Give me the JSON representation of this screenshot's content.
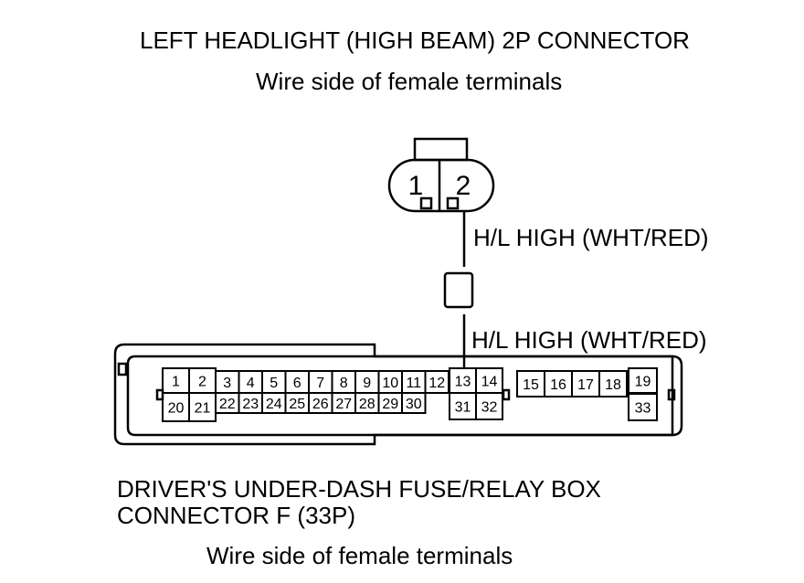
{
  "top_connector": {
    "title": "LEFT HEADLIGHT (HIGH BEAM) 2P CONNECTOR",
    "subtitle": "Wire side of female terminals",
    "pins": [
      "1",
      "2"
    ]
  },
  "wire_upper_label": "H/L HIGH (WHT/RED)",
  "wire_lower_label": "H/L HIGH (WHT/RED)",
  "bottom_connector": {
    "title_line1": "DRIVER'S UNDER-DASH FUSE/RELAY BOX",
    "title_line2": "CONNECTOR F (33P)",
    "subtitle": "Wire side of female terminals",
    "top_row_a": [
      "1",
      "2"
    ],
    "top_row_b": [
      "3",
      "4",
      "5",
      "6",
      "7",
      "8",
      "9",
      "10",
      "11",
      "12"
    ],
    "block_13_14": [
      "13",
      "14"
    ],
    "block_31_32": [
      "31",
      "32"
    ],
    "top_row_c": [
      "15",
      "16",
      "17",
      "18"
    ],
    "pin_19": "19",
    "pin_33": "33",
    "bottom_row_a": [
      "20",
      "21"
    ],
    "bottom_row_b": [
      "22",
      "23",
      "24",
      "25",
      "26",
      "27",
      "28",
      "29",
      "30"
    ]
  }
}
